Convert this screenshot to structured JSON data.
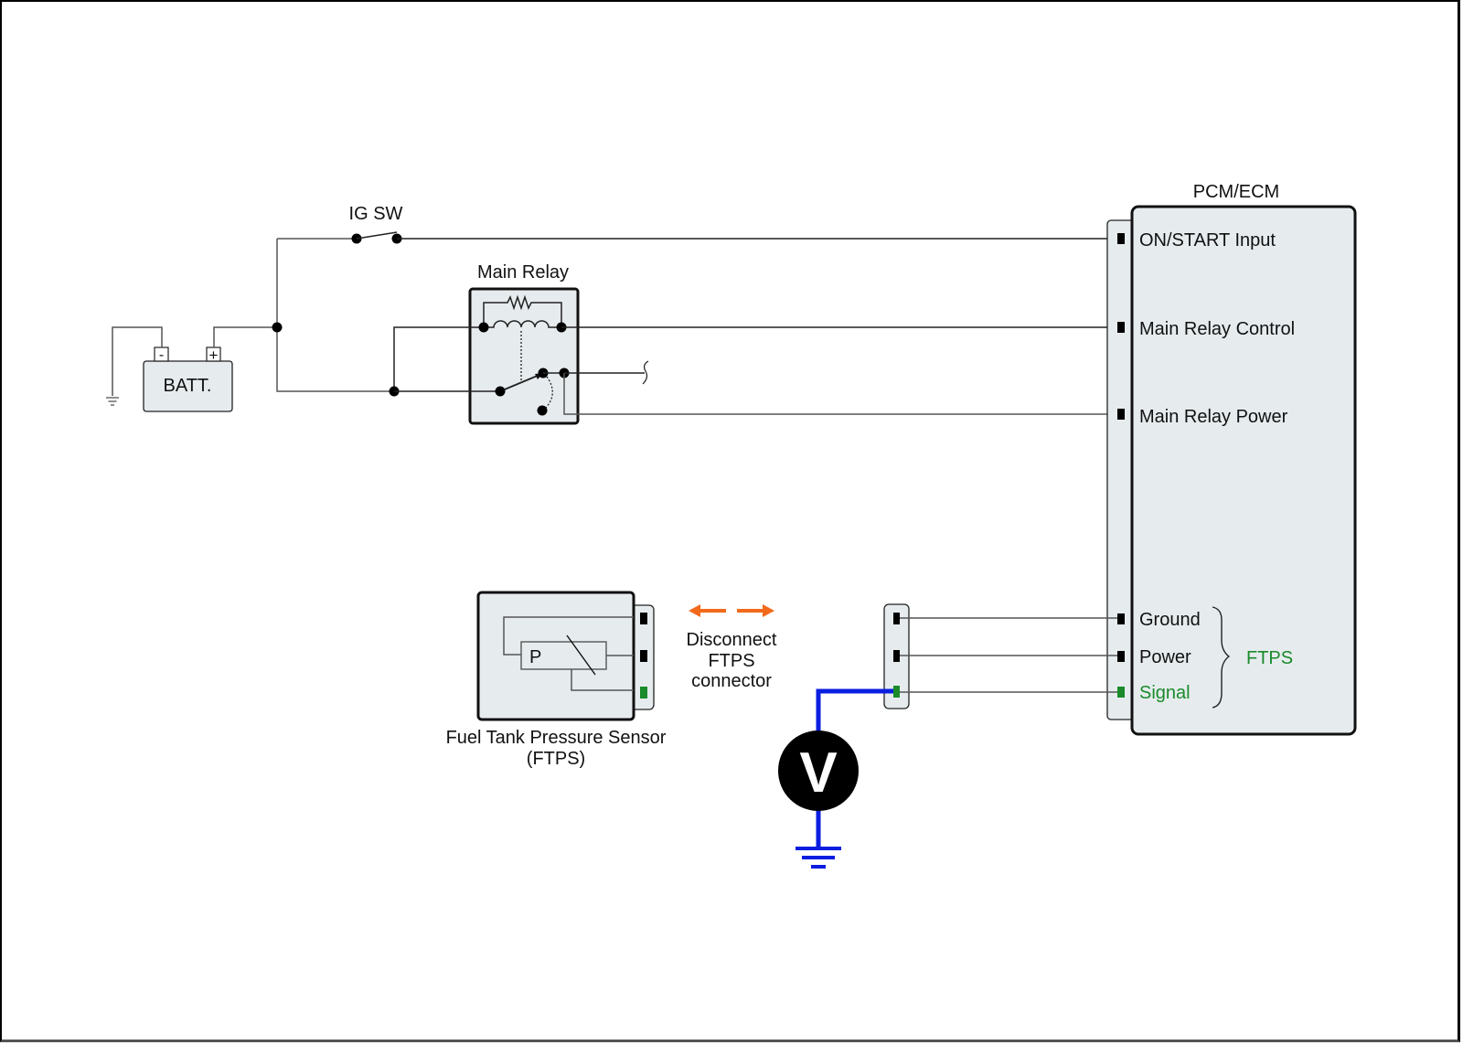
{
  "diagram": {
    "components": {
      "ig_switch": {
        "label": "IG SW"
      },
      "battery": {
        "label": "BATT.",
        "neg_terminal": "-",
        "pos_terminal": "+"
      },
      "main_relay": {
        "label": "Main Relay"
      },
      "pcm": {
        "title": "PCM/ECM",
        "pins": [
          {
            "label": "ON/START Input",
            "color": "#000000"
          },
          {
            "label": "Main Relay Control",
            "color": "#000000"
          },
          {
            "label": "Main Relay Power",
            "color": "#000000"
          },
          {
            "label": "Ground",
            "color": "#000000"
          },
          {
            "label": "Power",
            "color": "#000000"
          },
          {
            "label": "Signal",
            "color": "#1a8a2a"
          }
        ],
        "group_label": "FTPS",
        "group_color": "#1a8a2a"
      },
      "sensor": {
        "label_line1": "Fuel Tank Pressure Sensor",
        "label_line2": "(FTPS)",
        "element_label": "P"
      },
      "instruction": {
        "line1": "Disconnect",
        "line2": "FTPS",
        "line3": "connector",
        "arrow_color": "#f26a1b"
      },
      "voltmeter": {
        "label": "V",
        "probe_color": "#0a1ee0"
      }
    },
    "colors": {
      "component_fill": "#e6ecee",
      "signal_green": "#1a8a2a",
      "probe_blue": "#0a1ee0",
      "arrow_orange": "#f26a1b"
    }
  }
}
